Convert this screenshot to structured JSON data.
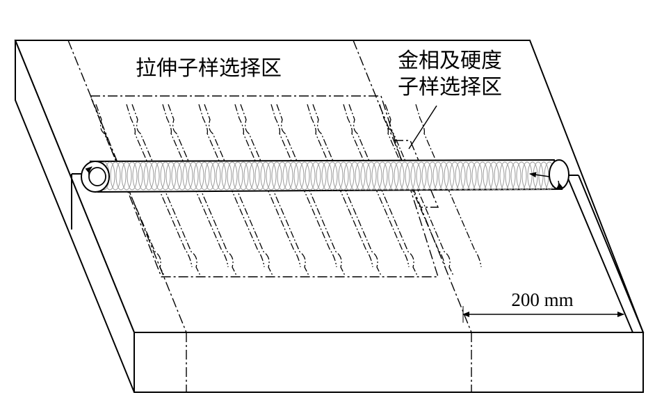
{
  "labels": {
    "tensile_zone": "拉伸子样选择区",
    "metallo_zone_line1": "金相及硬度",
    "metallo_zone_line2": "子样选择区",
    "dimension": "200 mm"
  },
  "colors": {
    "line": "#000000",
    "background": "#ffffff",
    "weld_ripple": "#9a9a9a"
  }
}
